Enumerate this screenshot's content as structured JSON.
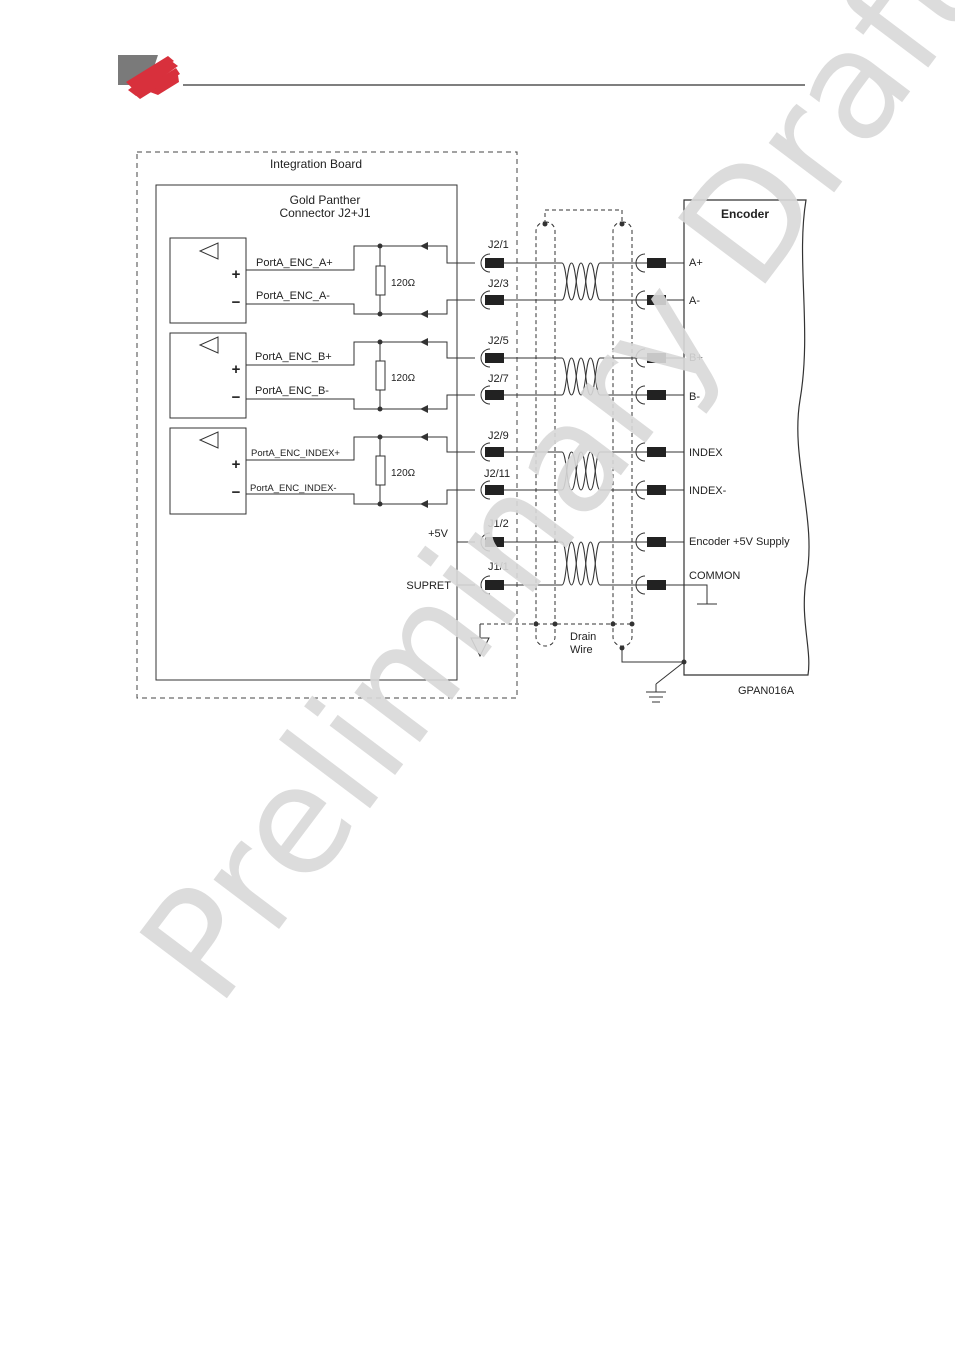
{
  "colors": {
    "logo_red": "#d8303c",
    "logo_gray": "#7a7a7a",
    "line": "#333333",
    "watermark": "#d6d6d6"
  },
  "watermark": "Preliminary Draft",
  "diagram": {
    "integration_board": "Integration Board",
    "connector_title_1": "Gold Panther",
    "connector_title_2": "Connector J2+J1",
    "encoder_title": "Encoder",
    "figure_id": "GPAN016A",
    "drain_1": "Drain",
    "drain_2": "Wire",
    "resistor": "120Ω",
    "plus": "+",
    "minus": "−",
    "ports": {
      "a_pos": "PortA_ENC_A+",
      "a_neg": "PortA_ENC_A-",
      "b_pos": "PortA_ENC_B+",
      "b_neg": "PortA_ENC_B-",
      "i_pos": "PortA_ENC_INDEX+",
      "i_neg": "PortA_ENC_INDEX-"
    },
    "pins": {
      "p1": "J2/1",
      "p3": "J2/3",
      "p5": "J2/5",
      "p7": "J2/7",
      "p9": "J2/9",
      "p11": "J2/11",
      "q2": "J1/2",
      "q1": "J1/1"
    },
    "supply": {
      "v5": "+5V",
      "supret": "SUPRET"
    },
    "encoder_pins": {
      "a_pos": "A+",
      "a_neg": "A-",
      "b_pos": "B+",
      "b_neg": "B-",
      "i_pos": "INDEX",
      "i_neg": "INDEX-",
      "v5": "Encoder +5V Supply",
      "common": "COMMON"
    }
  }
}
